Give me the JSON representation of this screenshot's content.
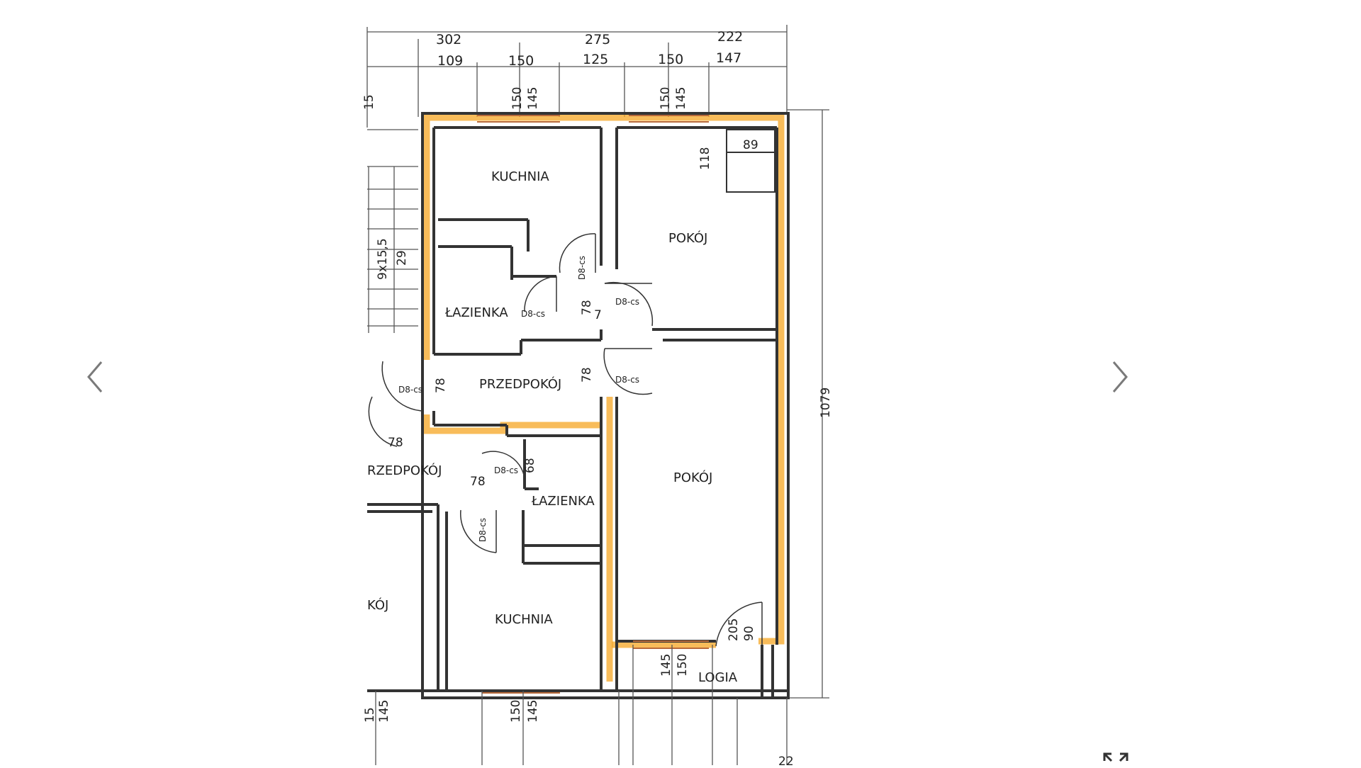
{
  "viewer": {
    "prev_icon": "chevron-left-icon",
    "next_icon": "chevron-right-icon",
    "expand_icon": "expand-arrows-icon"
  },
  "plan": {
    "dims_top_row1": [
      "302",
      "275",
      "222"
    ],
    "dims_top_row2": [
      "109",
      "150",
      "125",
      "150",
      "147"
    ],
    "window_dims": [
      "150",
      "145",
      "150",
      "145"
    ],
    "stair_label": "9x15,5",
    "stair_dim": "29",
    "stair_top_dim": "15",
    "total_height": "1079",
    "rooms": {
      "kuchnia_top": "KUCHNIA",
      "pokoj_top": "POKÓJ",
      "lazienka_top": "ŁAZIENKA",
      "przedpokoj_top": "PRZEDPOKÓJ",
      "przedpokoj_left": "RZEDPOKÓJ",
      "lazienka_bottom": "ŁAZIENKA",
      "kuchnia_bottom": "KUCHNIA",
      "pokoj_big": "POKÓJ",
      "pokoj_left_partial": "KÓJ",
      "logia": "LOGIA"
    },
    "door_tags": [
      "D8-cs",
      "D8-cs",
      "D8-cs",
      "D8-cs",
      "D8-cs",
      "D8-cs",
      "D8-cs"
    ],
    "door_dims": [
      "78",
      "78",
      "78",
      "78",
      "78",
      "68",
      "7",
      "78"
    ],
    "closet": {
      "width": "89",
      "height": "118"
    },
    "balcony_door": {
      "a": "205",
      "b": "90"
    },
    "bottom_window_dims": [
      "145",
      "150"
    ],
    "bottom_dims": [
      "15",
      "145",
      "150",
      "145",
      "22"
    ]
  }
}
